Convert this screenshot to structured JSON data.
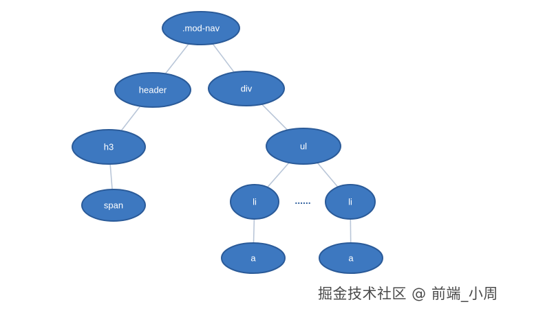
{
  "diagram": {
    "nodes": [
      {
        "id": "mod-nav",
        "label": ".mod-nav"
      },
      {
        "id": "header",
        "label": "header"
      },
      {
        "id": "div",
        "label": "div"
      },
      {
        "id": "h3",
        "label": "h3"
      },
      {
        "id": "span",
        "label": "span"
      },
      {
        "id": "ul",
        "label": "ul"
      },
      {
        "id": "li-1",
        "label": "li"
      },
      {
        "id": "li-2",
        "label": "li"
      },
      {
        "id": "a-1",
        "label": "a"
      },
      {
        "id": "a-2",
        "label": "a"
      }
    ],
    "edges": [
      {
        "from": "mod-nav",
        "to": "header"
      },
      {
        "from": "mod-nav",
        "to": "div"
      },
      {
        "from": "header",
        "to": "h3"
      },
      {
        "from": "h3",
        "to": "span"
      },
      {
        "from": "div",
        "to": "ul"
      },
      {
        "from": "ul",
        "to": "li-1"
      },
      {
        "from": "ul",
        "to": "li-2"
      },
      {
        "from": "li-1",
        "to": "a-1"
      },
      {
        "from": "li-2",
        "to": "a-2"
      }
    ],
    "sibling_ellipsis": "......",
    "colors": {
      "node_fill": "#3d78c0",
      "node_border": "#2a5a98",
      "edge": "#b9c6d8",
      "label": "#ffffff"
    }
  },
  "watermark": "掘金技术社区 @ 前端_小周"
}
